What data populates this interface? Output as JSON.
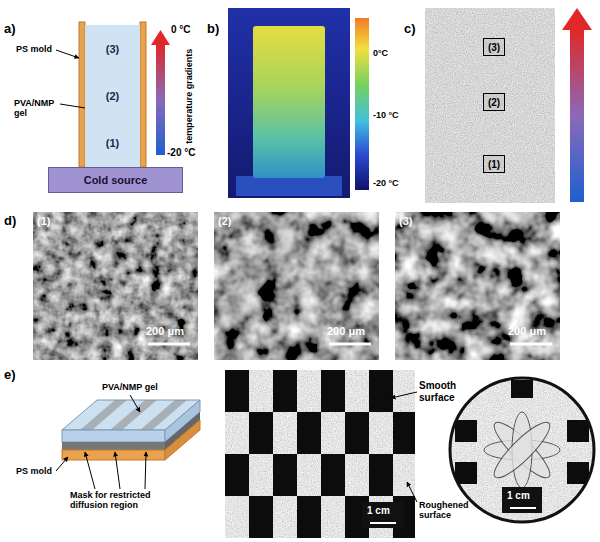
{
  "diagram": {
    "nodes": [
      {
        "text": [
          "(3)",
          "(2)",
          "(1)"
        ]
      },
      {
        "text": [
          "Cold source"
        ]
      },
      {
        "text": [
          "(3)"
        ]
      },
      {
        "text": [
          "(2)"
        ]
      },
      {
        "text": [
          "(1)"
        ]
      }
    ],
    "labels": [
      "a)",
      "PS mold",
      "PVA/NMP gel",
      "0 °C",
      "temperature gradients",
      "-20 °C",
      "b)",
      "0°C",
      "-10 °C",
      "-20 °C",
      "c)",
      "d)",
      "(1)",
      "200 μm",
      "(2)",
      "200 μm",
      "(3)",
      "200 μm",
      "e)",
      "PVA/NMP gel",
      "PS mold",
      "Mask for restricted diffusion region",
      "Smooth surface",
      "Roughened surface",
      "1 cm",
      "1 cm"
    ]
  }
}
